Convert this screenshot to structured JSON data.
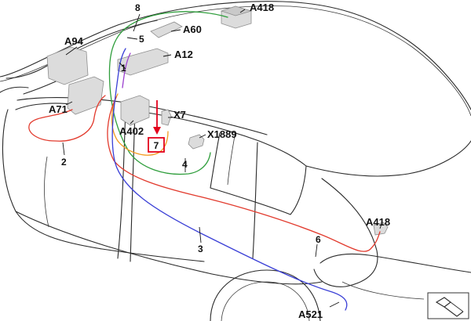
{
  "colors": {
    "red": "#e23b2e",
    "blue": "#3a3fd6",
    "green": "#2f9e3c",
    "orange": "#f39a1e",
    "purple": "#9b3fcf",
    "highlight": "#e3001b"
  },
  "labels": {
    "a418_top": "A418",
    "a60": "A60",
    "a94": "A94",
    "a12": "A12",
    "a71": "A71",
    "a402": "A402",
    "x7": "X7",
    "x1889": "X1889",
    "a418_rear": "A418",
    "a521": "A521"
  },
  "numbers": {
    "n1": "1",
    "n2": "2",
    "n3": "3",
    "n4": "4",
    "n5": "5",
    "n6": "6",
    "n7": "7",
    "n8": "8"
  },
  "icons": {
    "corner": "view-direction-icon"
  }
}
